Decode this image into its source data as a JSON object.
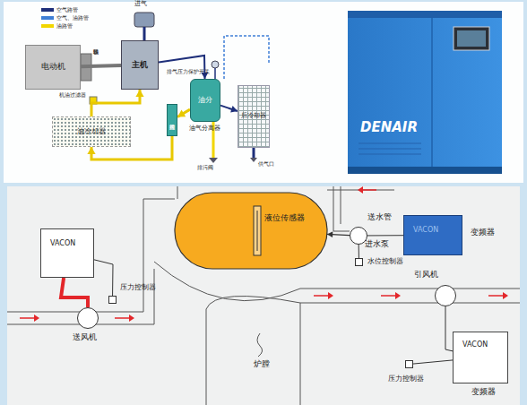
{
  "diagram": {
    "nodes": [
      {
        "text": [
          "电动机"
        ]
      },
      {
        "text": [
          "主机"
        ]
      },
      {
        "text": [
          "温控阀"
        ]
      },
      {
        "text": [
          "油分"
        ]
      },
      {
        "text": [
          "油冷却器"
        ]
      },
      {
        "text": [
          "后冷却器"
        ]
      },
      {
        "text": [
          "DENAIR"
        ]
      },
      {
        "text": [
          "液位传感器"
        ]
      },
      {
        "text": [
          "VACON"
        ]
      },
      {
        "text": [
          "送风机"
        ]
      },
      {
        "text": [
          "压力控制器"
        ]
      },
      {
        "text": [
          "进水泵"
        ]
      },
      {
        "text": [
          "水位控制器"
        ]
      },
      {
        "text": [
          "VACON",
          "变频器"
        ]
      },
      {
        "text": [
          "引风机"
        ]
      },
      {
        "text": [
          "VACON",
          "变频器"
        ]
      },
      {
        "text": [
          "压力控制器"
        ]
      }
    ],
    "edges": [
      {
        "from": 0,
        "to": 1,
        "arrow": "none"
      },
      {
        "from": 1,
        "to": 3,
        "arrow": "to"
      },
      {
        "from": 3,
        "to": 5,
        "arrow": "to"
      },
      {
        "from": 3,
        "to": 2,
        "arrow": "to"
      },
      {
        "from": 2,
        "to": 4,
        "arrow": "to"
      },
      {
        "from": 4,
        "to": 1,
        "arrow": "to"
      },
      {
        "from": 8,
        "to": 9,
        "arrow": "none"
      },
      {
        "from": 10,
        "to": 8,
        "arrow": "none"
      },
      {
        "from": 11,
        "to": 7,
        "arrow": "to"
      },
      {
        "from": 12,
        "to": 11,
        "arrow": "none"
      },
      {
        "from": 13,
        "to": 11,
        "arrow": "none"
      },
      {
        "from": 15,
        "to": 14,
        "arrow": "none"
      },
      {
        "from": 16,
        "to": 15,
        "arrow": "none"
      }
    ],
    "labels": [
      "进气",
      "联轴器",
      "排气压力保护开关",
      "机油过滤器",
      "油气分离器",
      "排污阀",
      "供气口",
      "送水管",
      "炉膛"
    ],
    "legend": [
      {
        "text": "空气路管",
        "color": "#1e2f7a"
      },
      {
        "text": "空气、油路管",
        "color": "#3f7fd6"
      },
      {
        "text": "油路管",
        "color": "#f2d600"
      }
    ]
  }
}
